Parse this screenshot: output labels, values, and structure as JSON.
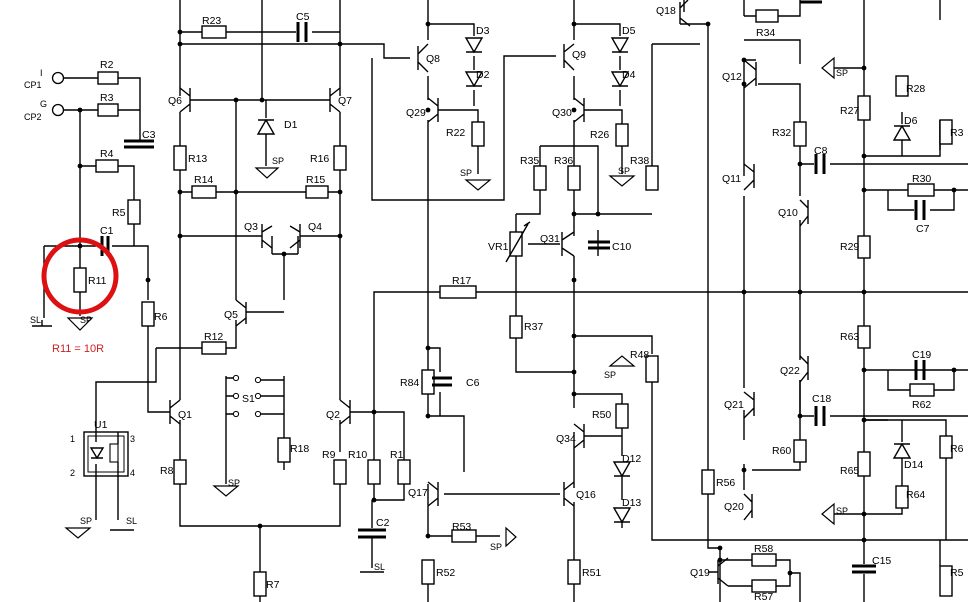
{
  "labels": {
    "cp1_a": "I",
    "cp1_b": "CP1",
    "cp2_a": "G",
    "cp2_b": "CP2",
    "R2": "R2",
    "R3": "R3",
    "R4": "R4",
    "R5": "R5",
    "R6": "R6",
    "R7": "R7",
    "R8": "R8",
    "R9": "R9",
    "R10": "R10",
    "R1": "R1",
    "R11": "R11",
    "R12": "R12",
    "R13": "R13",
    "R14": "R14",
    "R15": "R15",
    "R16": "R16",
    "R17": "R17",
    "R18": "R18",
    "R22": "R22",
    "R23": "R23",
    "R26": "R26",
    "R27": "R27",
    "R28": "R28",
    "R29": "R29",
    "R30": "R30",
    "R32": "R32",
    "R34": "R34",
    "R35": "R35",
    "R36": "R36",
    "R37": "R37",
    "R38": "R38",
    "R48": "R48",
    "R50": "R50",
    "R51": "R51",
    "R52": "R52",
    "R53": "R53",
    "R56": "R56",
    "R57": "R57",
    "R58": "R58",
    "R60": "R60",
    "R62": "R62",
    "R63": "R63",
    "R64": "R64",
    "R65": "R65",
    "R84": "R84",
    "R3b": "R3",
    "R6b": "R6",
    "R5b": "R5",
    "C1": "C1",
    "C2": "C2",
    "C3": "C3",
    "C5": "C5",
    "C6": "C6",
    "C7": "C7",
    "C8": "C8",
    "C10": "C10",
    "C15": "C15",
    "C18": "C18",
    "C19": "C19",
    "Q1": "Q1",
    "Q2": "Q2",
    "Q3": "Q3",
    "Q4": "Q4",
    "Q5": "Q5",
    "Q6": "Q6",
    "Q7": "Q7",
    "Q8": "Q8",
    "Q9": "Q9",
    "Q10": "Q10",
    "Q11": "Q11",
    "Q12": "Q12",
    "Q16": "Q16",
    "Q17": "Q17",
    "Q18": "Q18",
    "Q19": "Q19",
    "Q20": "Q20",
    "Q21": "Q21",
    "Q22": "Q22",
    "Q29": "Q29",
    "Q30": "Q30",
    "Q31": "Q31",
    "Q34": "Q34",
    "D1": "D1",
    "D2": "D2",
    "D3": "D3",
    "D4": "D4",
    "D5": "D5",
    "D6": "D6",
    "D12": "D12",
    "D13": "D13",
    "D14": "D14",
    "U1": "U1",
    "S1": "S1",
    "VR1": "VR1",
    "sp": "SP",
    "sl": "SL",
    "pin1": "1",
    "pin2": "2",
    "pin3": "3",
    "pin4": "4",
    "annotation": "R11 = 10R"
  },
  "highlight_color": "#dd1111"
}
